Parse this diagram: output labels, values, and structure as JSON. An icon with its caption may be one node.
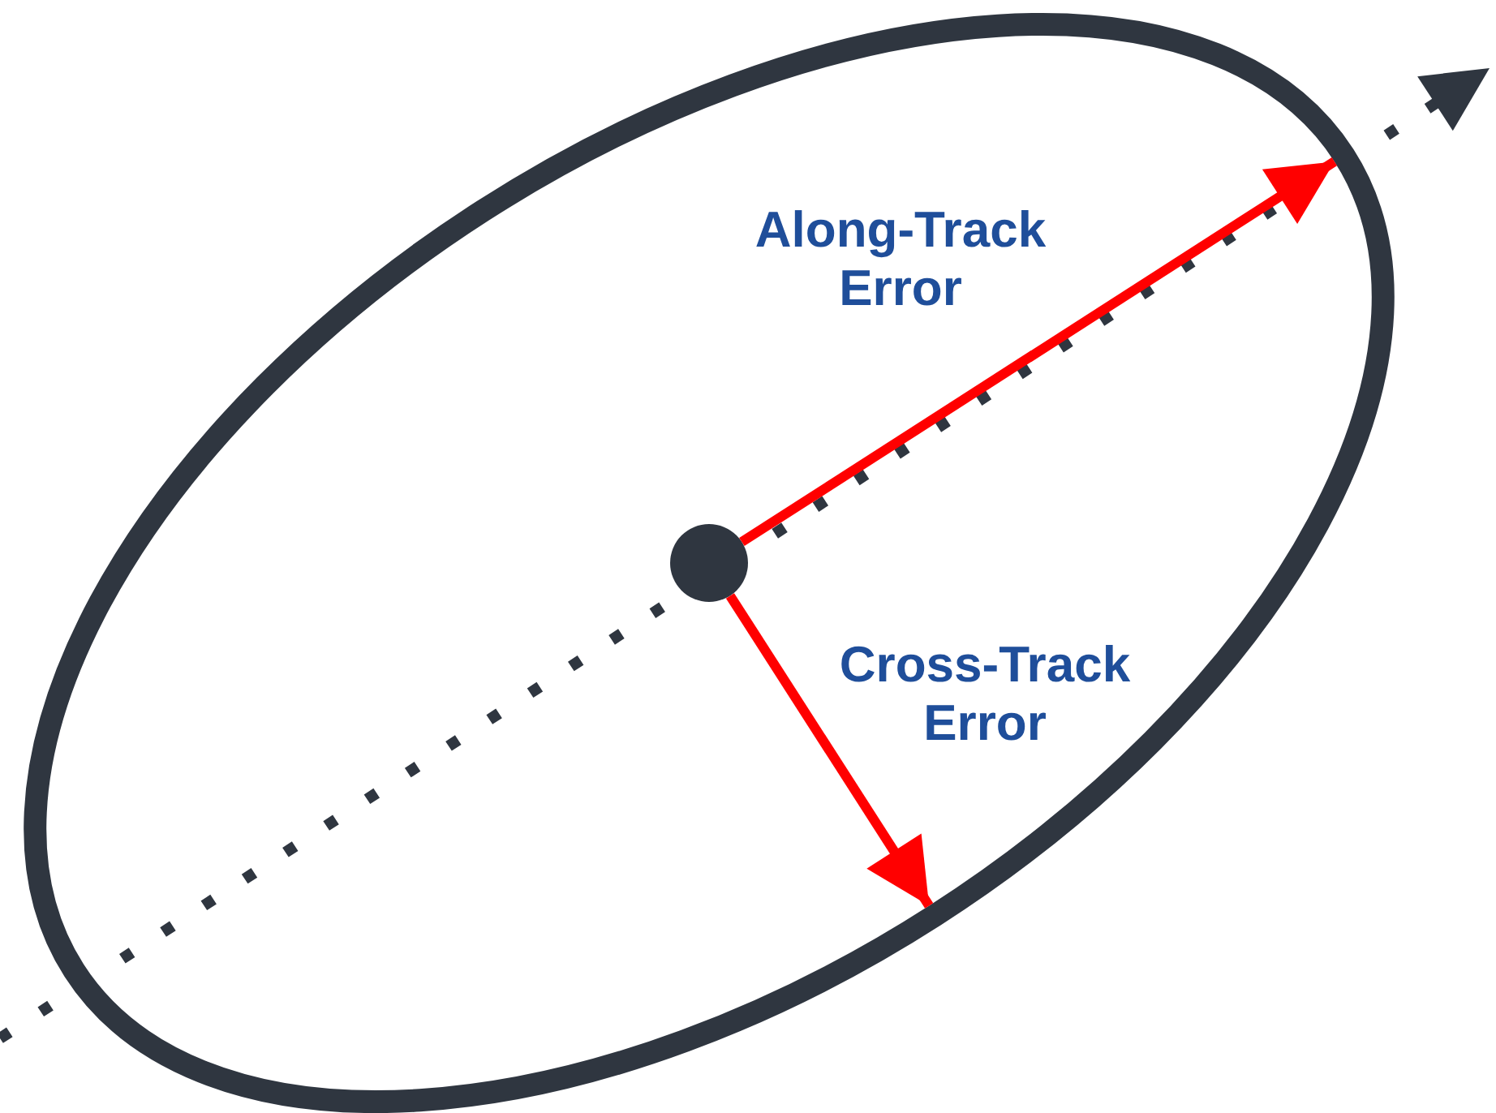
{
  "diagram": {
    "nodes": [
      {
        "text": [],
        "shape": "ellipse"
      },
      {
        "text": [],
        "shape": "circle",
        "in": 0
      }
    ],
    "edges": [
      {
        "from": 1,
        "to": 0,
        "arrow": "to",
        "label": "Along-Track Error"
      },
      {
        "from": 1,
        "to": 0,
        "arrow": "to",
        "label": "Cross-Track Error"
      }
    ]
  }
}
